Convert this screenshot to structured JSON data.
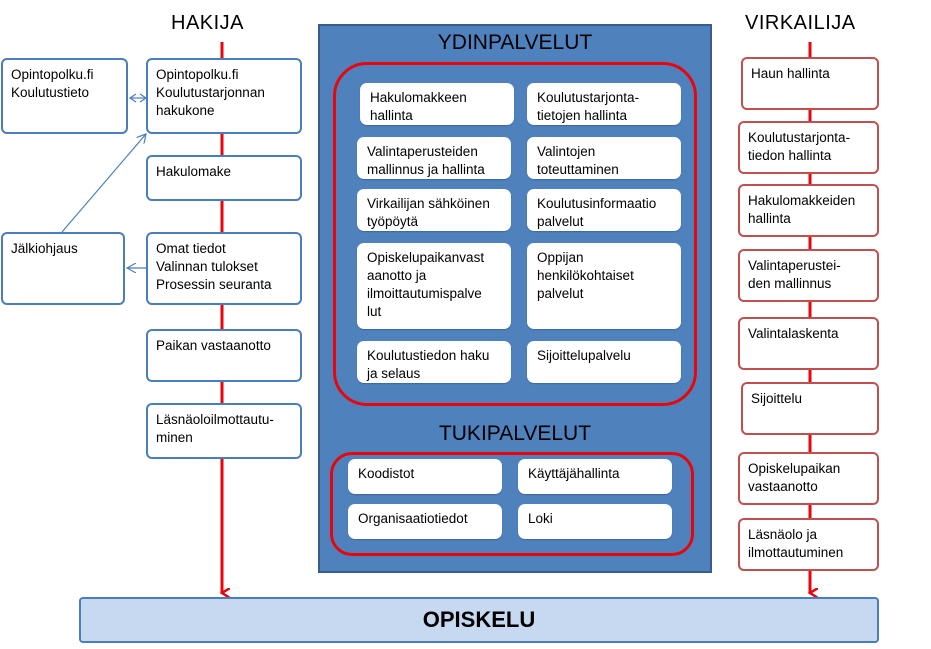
{
  "headings": {
    "hakija": "HAKIJA",
    "virkailija": "VIRKAILIJA"
  },
  "hakija": {
    "opintopolku_koulutustieto": "Opintopolku.fi\nKoulutustieto",
    "hakukone": "Opintopolku.fi\nKoulutustarjonnan\nhakukone",
    "hakulomake": "Hakulomake",
    "jalkiohjaus": "Jälkiohjaus",
    "omat_tiedot": "Omat tiedot\nValinnan tulokset\nProsessin seuranta",
    "paikan_vastaanotto": "Paikan vastaanotto",
    "lasnaolo": "Läsnäoloilmottautu-\nminen"
  },
  "ydinpalvelut": {
    "title": "YDINPALVELUT",
    "items": [
      "Hakulomakkeen\nhallinta",
      "Koulutustarjonta-\ntietojen hallinta",
      "Valintaperusteiden\nmallinnus ja hallinta",
      "Valintojen\ntoteuttaminen",
      "Virkailijan sähköinen\ntyöpöytä",
      "Koulutusinformaatio\npalvelut",
      "Opiskelupaikanvast\naanotto ja\nilmoittautumispalve\nlut",
      "Oppijan\nhenkilökohtaiset\npalvelut",
      "Koulutustiedon haku\nja selaus",
      "Sijoittelupalvelu"
    ]
  },
  "tukipalvelut": {
    "title": "TUKIPALVELUT",
    "items": [
      "Koodistot",
      "Käyttäjähallinta",
      "Organisaatiotiedot",
      "Loki"
    ]
  },
  "virkailija": {
    "items": [
      "Haun hallinta",
      "Koulutustarjonta-\ntiedon hallinta",
      "Hakulomakkeiden\nhallinta",
      "Valintaperustei-\nden mallinnus",
      "Valintalaskenta",
      "Sijoittelu",
      "Opiskelupaikan\nvastaanotto",
      "Läsnäolo ja\nilmottautuminen"
    ]
  },
  "opiskelu": "OPISKELU",
  "colors": {
    "flow_line": "#e8060c",
    "panel_blue": "#4f81bd",
    "box_border_blue": "#4a7ebb",
    "box_border_red": "#c0504d",
    "bottom_fill": "#c6d9f1"
  }
}
